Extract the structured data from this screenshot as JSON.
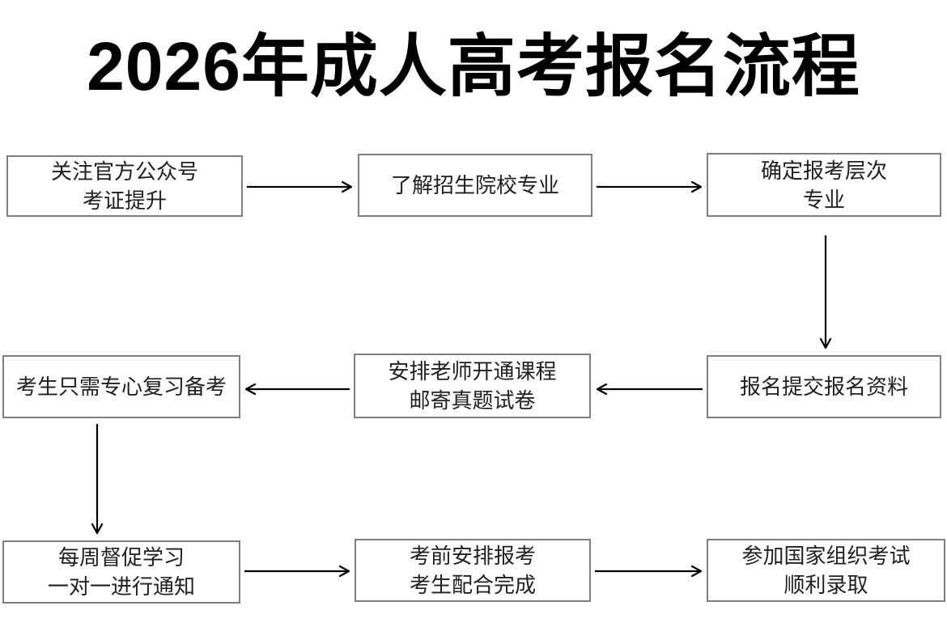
{
  "title": "2026年成人高考报名流程",
  "flow": {
    "steps": [
      {
        "id": 1,
        "line1": "关注官方公众号",
        "line2": "考证提升"
      },
      {
        "id": 2,
        "line1": "了解招生院校专业",
        "line2": ""
      },
      {
        "id": 3,
        "line1": "确定报考层次",
        "line2": "专业"
      },
      {
        "id": 4,
        "line1": "报名提交报名资料",
        "line2": ""
      },
      {
        "id": 5,
        "line1": "安排老师开通课程",
        "line2": "邮寄真题试卷"
      },
      {
        "id": 6,
        "line1": "考生只需专心复习备考",
        "line2": ""
      },
      {
        "id": 7,
        "line1": "每周督促学习",
        "line2": "一对一进行通知"
      },
      {
        "id": 8,
        "line1": "考前安排报考",
        "line2": "考生配合完成"
      },
      {
        "id": 9,
        "line1": "参加国家组织考试",
        "line2": "顺利录取"
      }
    ],
    "connectors": [
      {
        "from": 1,
        "to": 2,
        "direction": "right"
      },
      {
        "from": 2,
        "to": 3,
        "direction": "right"
      },
      {
        "from": 3,
        "to": 4,
        "direction": "down"
      },
      {
        "from": 4,
        "to": 5,
        "direction": "left"
      },
      {
        "from": 5,
        "to": 6,
        "direction": "left"
      },
      {
        "from": 6,
        "to": 7,
        "direction": "down"
      },
      {
        "from": 7,
        "to": 8,
        "direction": "right"
      },
      {
        "from": 8,
        "to": 9,
        "direction": "right"
      }
    ]
  },
  "colors": {
    "background": "#ffffff",
    "box_border": "#7f7f7f",
    "box_text": "#1f1f1f",
    "title_text": "#000000",
    "arrow": "#000000"
  }
}
